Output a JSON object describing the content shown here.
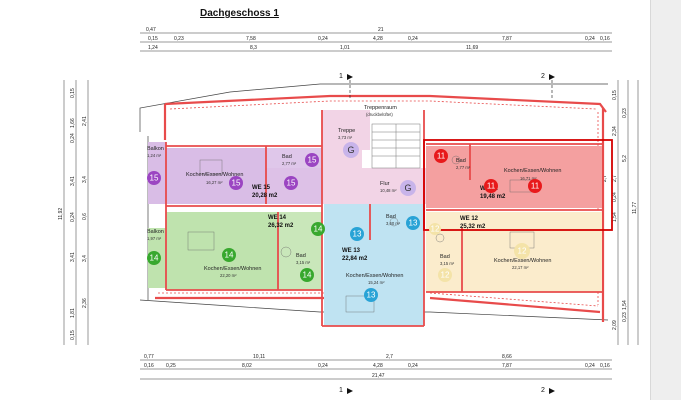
{
  "title": "Dachgeschoss 1",
  "colors": {
    "we11": "#f4a0a0",
    "we11_badge": "#e8191b",
    "we12": "#fbeccc",
    "we12_badge": "#f4e3a8",
    "we13": "#bfe3f2",
    "we13_badge": "#29a3d6",
    "we14": "#bfe3ae",
    "we14_badge": "#38a82e",
    "we15": "#d9bde6",
    "we15_badge": "#9b45c2",
    "common": "#f2d4e6",
    "common_badge": "#c8b4ea",
    "wall": "#e84b4b",
    "highlight": "#d40000"
  },
  "rooms": {
    "treppenraum": "Treppenraum",
    "treppenraum_sub": "(druckbelüftet)",
    "treppe": "Treppe",
    "treppe_area": "3,73 m²",
    "flur": "Flur",
    "flur_area": "10,48 m²",
    "we15_balkon": "Balkon",
    "we15_balkon_area": "1,24 m²",
    "we15_kochen": "Kochen/Essen/Wohnen",
    "we15_kochen_area": "16,27 m²",
    "we15_bad": "Bad",
    "we15_bad_area": "2,77 m²",
    "we11_bad": "Bad",
    "we11_bad_area": "2,77 m²",
    "we11_kochen": "Kochen/Essen/Wohnen",
    "we11_kochen_area": "16,71 m²",
    "we14_balkon": "Balkon",
    "we14_balkon_area": "1,97 m²",
    "we14_kochen": "Kochen/Essen/Wohnen",
    "we14_kochen_area": "22,20 m²",
    "we14_bad": "Bad",
    "we14_bad_area": "3,15 m²",
    "we13_bad": "Bad",
    "we13_bad_area": "3,60 m²",
    "we13_kochen": "Kochen/Essen/Wohnen",
    "we13_kochen_area": "15,24 m²",
    "we12_bad": "Bad",
    "we12_bad_area": "3,15 m²",
    "we12_kochen": "Kochen/Essen/Wohnen",
    "we12_kochen_area": "22,17 m²"
  },
  "units": {
    "we15_name": "WE 15",
    "we15_area": "20,28 m2",
    "we11_name": "WE 11",
    "we11_area": "19,48 m2",
    "we14_name": "WE 14",
    "we14_area": "26,32 m2",
    "we13_name": "WE 13",
    "we13_area": "22,84 m2",
    "we12_name": "WE 12",
    "we12_area": "25,32 m2"
  },
  "badges": {
    "b11": "11",
    "b12": "12",
    "b13": "13",
    "b14": "14",
    "b15": "15",
    "g": "G"
  },
  "sections": {
    "s1": "1",
    "s2": "2"
  },
  "dims_top": {
    "row1_left": "0,47",
    "row1_mid": "21",
    "row2": [
      "0,15",
      "0,23",
      "7,58",
      "0,24",
      "4,28",
      "0,24",
      "7,87",
      "0,24",
      "0,16"
    ],
    "row3": [
      "1,24",
      "8,3",
      "1,01",
      "11,69"
    ]
  },
  "dims_bottom": {
    "row1": [
      "0,77",
      "10,11",
      "2,7",
      "8,66"
    ],
    "row2": [
      "0,16",
      "0,25",
      "8,02",
      "0,24",
      "4,28",
      "0,24",
      "7,87",
      "0,24",
      "0,16"
    ],
    "row3": "21,47"
  },
  "dims_left": [
    "0,15",
    "1,66",
    "2,41",
    "0,24",
    "3,41",
    "3,4",
    "0,24",
    "0,6",
    "3,41",
    "3,4",
    "2,36",
    "1,81",
    "0,15",
    "11,92"
  ],
  "dims_right": [
    "0,15",
    "0,23",
    "2,34",
    "5,2",
    "2,7",
    "2,7",
    "0,24",
    "1,54",
    "2,09",
    "1,54",
    "0,23",
    "11,77"
  ]
}
